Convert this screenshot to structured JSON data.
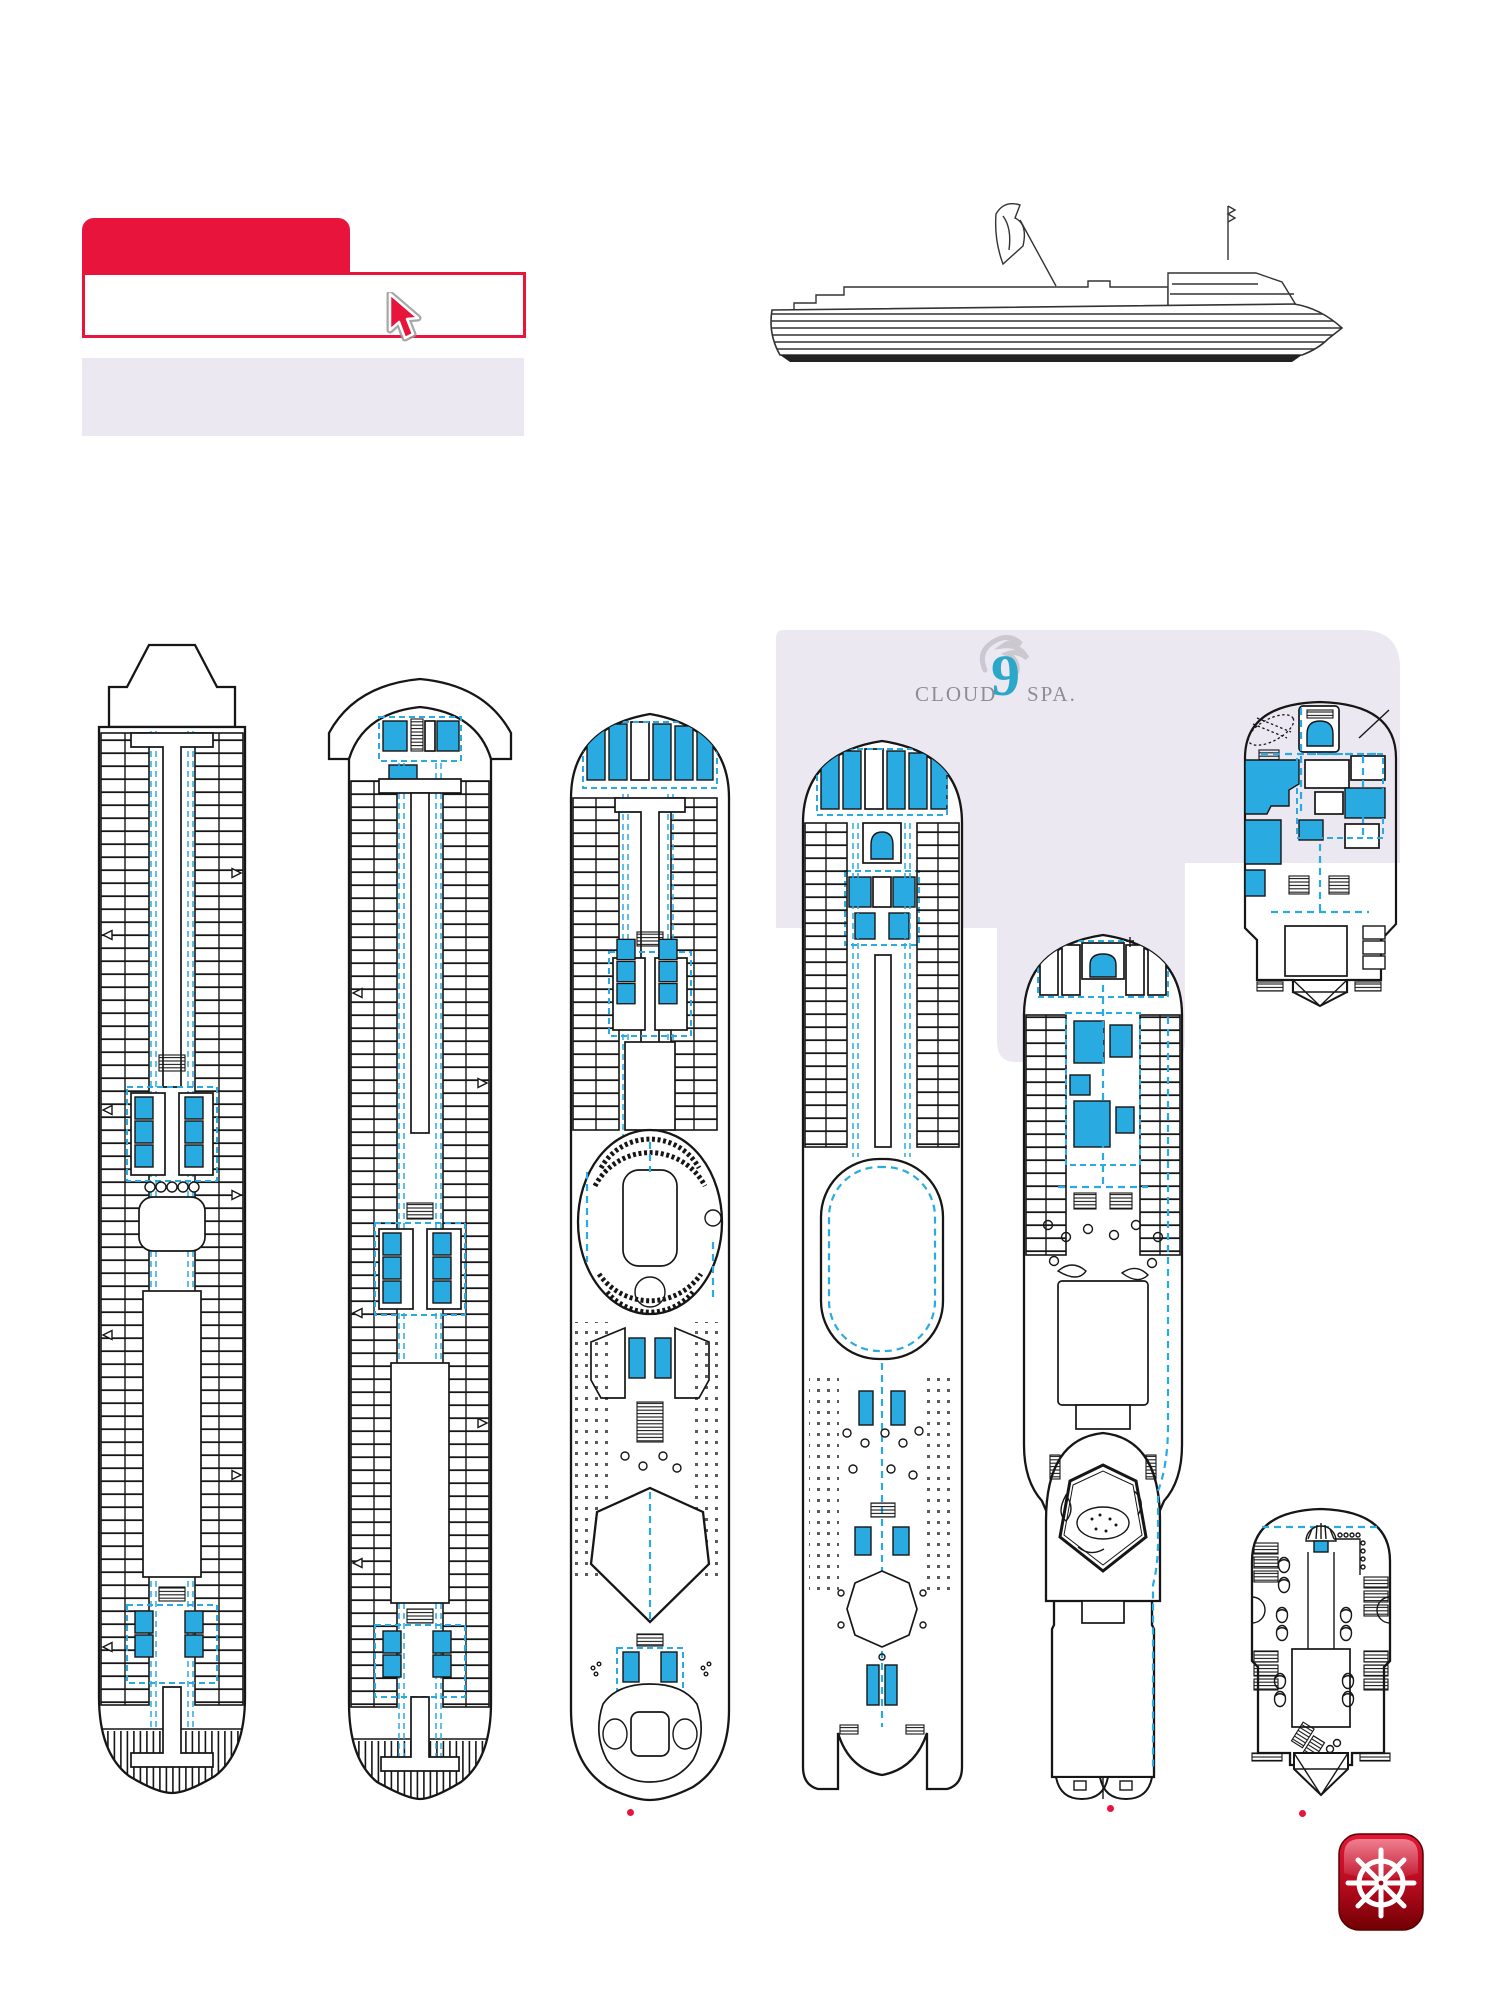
{
  "branding": {
    "cloud9spa": {
      "prefix": "CLOUD",
      "numeral": "9",
      "suffix": "SPA."
    }
  },
  "colors": {
    "accent_red": "#E8143C",
    "cabin_blue": "#29ABE2",
    "panel_lavender": "#ECE8F1",
    "logo_teal": "#2BA8C9",
    "logo_gray": "#8F8D93",
    "dot_red": "#E8143C",
    "outline_ink": "#161616"
  },
  "icons": [
    "pointer-cursor-icon",
    "cruise-ship-profile-icon",
    "cloud9-swirl-icon",
    "helm-wheel-app-icon"
  ],
  "figures": {
    "deck_plans_count": 7,
    "page_marker_dots": 3
  }
}
